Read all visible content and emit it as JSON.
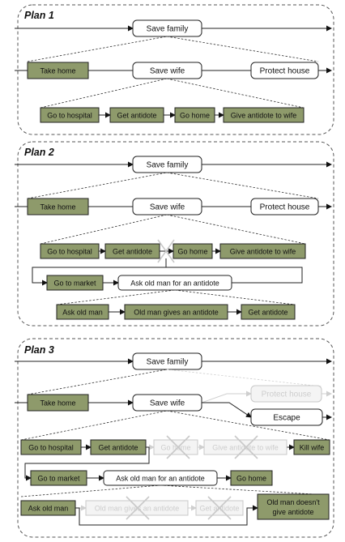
{
  "plan1": {
    "title": "Plan 1",
    "save_family": "Save family",
    "take_home": "Take home",
    "save_wife": "Save wife",
    "protect_house": "Protect house",
    "go_to_hospital": "Go to hospital",
    "get_antidote": "Get antidote",
    "go_home": "Go home",
    "give_antidote": "Give antidote to wife"
  },
  "plan2": {
    "title": "Plan 2",
    "save_family": "Save family",
    "take_home": "Take home",
    "save_wife": "Save wife",
    "protect_house": "Protect house",
    "go_to_hospital": "Go to hospital",
    "get_antidote": "Get antidote",
    "go_home": "Go home",
    "give_antidote": "Give antidote to wife",
    "go_to_market": "Go to market",
    "ask_old_man_antidote": "Ask old man for an antidote",
    "ask_old_man": "Ask old man",
    "old_man_gives": "Old man gives an antidote",
    "get_antidote_2": "Get antidote"
  },
  "plan3": {
    "title": "Plan 3",
    "save_family": "Save family",
    "take_home": "Take home",
    "save_wife": "Save wife",
    "protect_house": "Protect house",
    "escape": "Escape",
    "go_to_hospital": "Go to hospital",
    "get_antidote": "Get antidote",
    "go_home": "Go home",
    "give_antidote": "Give antidote to wife",
    "kill_wife": "Kill wife",
    "go_to_market": "Go to market",
    "ask_old_man_antidote": "Ask old man for an antidote",
    "go_home_2": "Go home",
    "ask_old_man": "Ask old man",
    "old_man_gives": "Old man gives an antidote",
    "get_antidote_2": "Get antidote",
    "old_man_doesnt_1": "Old man doesn't",
    "old_man_doesnt_2": "give antidote"
  }
}
